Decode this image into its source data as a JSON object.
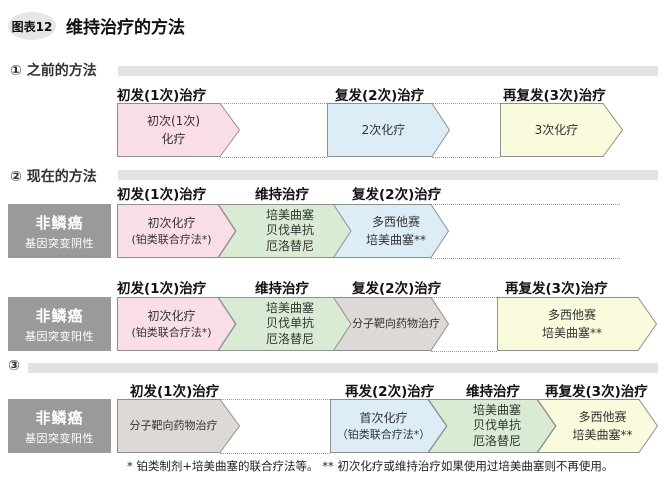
{
  "title": {
    "badge": "图表12",
    "text": "维持治疗的方法"
  },
  "colors": {
    "pink": "#f9dee7",
    "blue": "#dcedf8",
    "yellow": "#fafadc",
    "green": "#daebd3",
    "tan": "#ded9d4",
    "border": "#8f8f8f",
    "label_bg": "#9a9a9a",
    "section_bar": "#e2e2e2",
    "badge_bg": "#e6e6e6"
  },
  "sections": {
    "s1": {
      "label": "① 之前的方法",
      "headers": {
        "h1": "初发(1次)治疗",
        "h2": "复发(2次)治疗",
        "h3": "再复发(3次)治疗"
      },
      "a1": {
        "l1": "初次(1次)",
        "l2": "化疗"
      },
      "a2": {
        "l1": "2次化疗"
      },
      "a3": {
        "l1": "3次化疗"
      }
    },
    "s2": {
      "label": "② 现在的方法",
      "row1": {
        "side": {
          "title": "非鳞癌",
          "sub": "基因突变阴性"
        },
        "headers": {
          "h1": "初发(1次)治疗",
          "h2": "维持治疗",
          "h3": "复发(2次)治疗"
        },
        "a1": {
          "l1": "初次化疗",
          "l2": "(铂类联合疗法*)"
        },
        "a2": {
          "l1": "培美曲塞",
          "l2": "贝伐单抗",
          "l3": "厄洛替尼"
        },
        "a3": {
          "l1": "多西他赛",
          "l2": "培美曲塞**"
        }
      },
      "row2": {
        "side": {
          "title": "非鳞癌",
          "sub": "基因突变阳性"
        },
        "headers": {
          "h1": "初发(1次)治疗",
          "h2": "维持治疗",
          "h3": "复发(2次)治疗",
          "h4": "再复发(3次)治疗"
        },
        "a1": {
          "l1": "初次化疗",
          "l2": "(铂类联合疗法*)"
        },
        "a2": {
          "l1": "培美曲塞",
          "l2": "贝伐单抗",
          "l3": "厄洛替尼"
        },
        "a3": {
          "l1": "分子靶向药物治疗"
        },
        "a4": {
          "l1": "多西他赛",
          "l2": "培美曲塞**"
        }
      }
    },
    "s3": {
      "label": "③",
      "side": {
        "title": "非鳞癌",
        "sub": "基因突变阳性"
      },
      "headers": {
        "h1": "初发(1次)治疗",
        "h2": "再发(2次)治疗",
        "h3": "维持治疗",
        "h4": "再复发(3次)治疗"
      },
      "a1": {
        "l1": "分子靶向药物治疗"
      },
      "a2": {
        "l1": "首次化疗",
        "l2": "（铂类联合疗法*）"
      },
      "a3": {
        "l1": "培美曲塞",
        "l2": "贝伐单抗",
        "l3": "厄洛替尼"
      },
      "a4": {
        "l1": "多西他赛",
        "l2": "培美曲塞**"
      }
    }
  },
  "footnote": "* 铂类制剂+培美曲塞的联合疗法等。 ** 初次化疗或维持治疗如果使用过培美曲塞则不再使用。"
}
